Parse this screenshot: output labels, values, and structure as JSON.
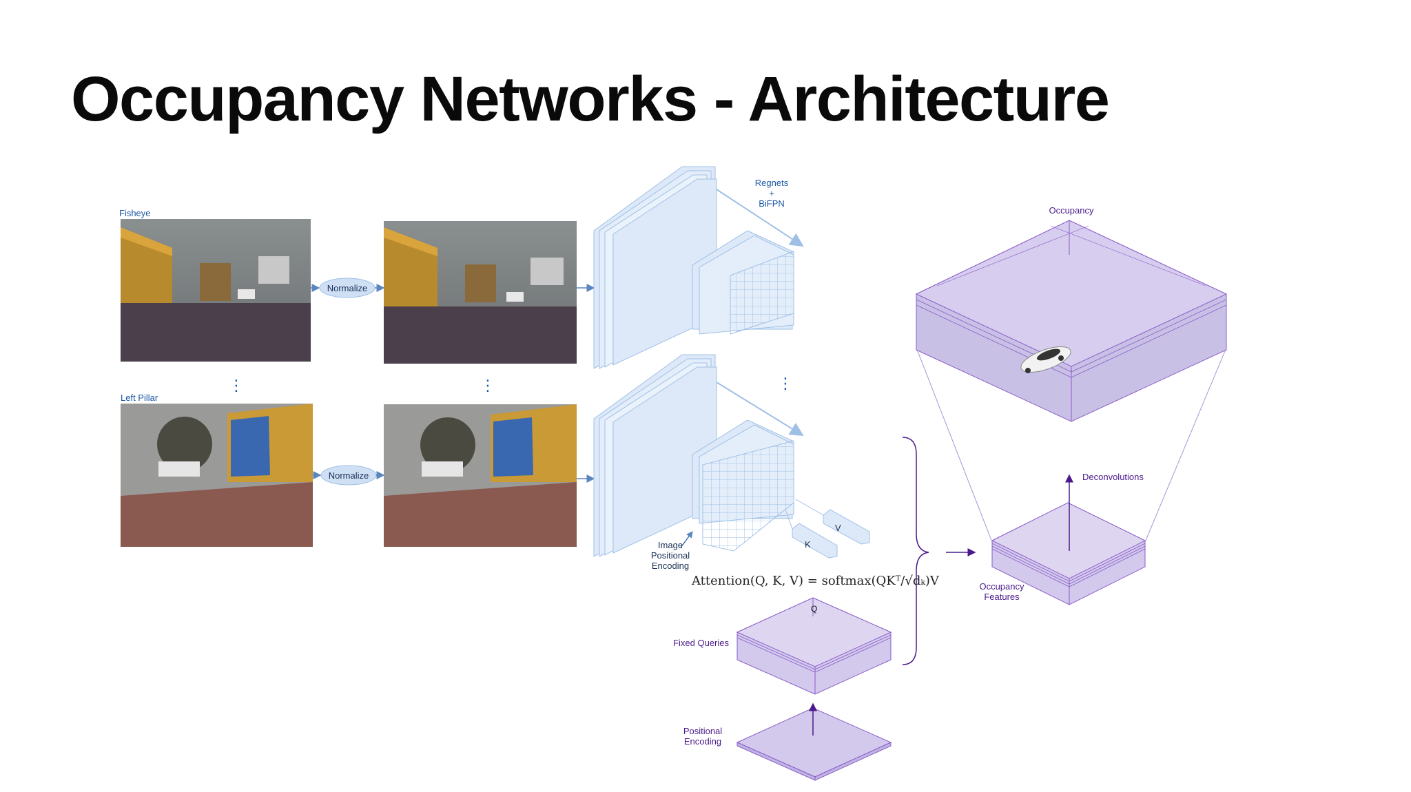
{
  "title": "Occupancy Networks - Architecture",
  "labels": {
    "fisheye": "Fisheye",
    "left_pillar": "Left Pillar",
    "normalize_1": "Normalize",
    "normalize_2": "Normalize",
    "regnets_l1": "Regnets",
    "regnets_l2": "+",
    "regnets_l3": "BiFPN",
    "image_pe_l1": "Image",
    "image_pe_l2": "Positional",
    "image_pe_l3": "Encoding",
    "v": "V",
    "k": "K",
    "q": "Q",
    "attention_formula": "Attention(Q, K, V) = softmax(QKᵀ/√dₖ)V",
    "fixed_queries": "Fixed Queries",
    "positional_l1": "Positional",
    "positional_l2": "Encoding",
    "occupancy": "Occupancy",
    "deconvolutions": "Deconvolutions",
    "occ_features_l1": "Occupancy",
    "occ_features_l2": "Features",
    "ellipsis": "⋮"
  },
  "colors": {
    "blue_label": "#1a57a6",
    "purple_label": "#4a1a8c",
    "feature_fill": "#dde9f8",
    "feature_stroke": "#9fc0e6",
    "volume_fill": "#c9c0e6",
    "volume_stroke": "#8a5cc8"
  }
}
